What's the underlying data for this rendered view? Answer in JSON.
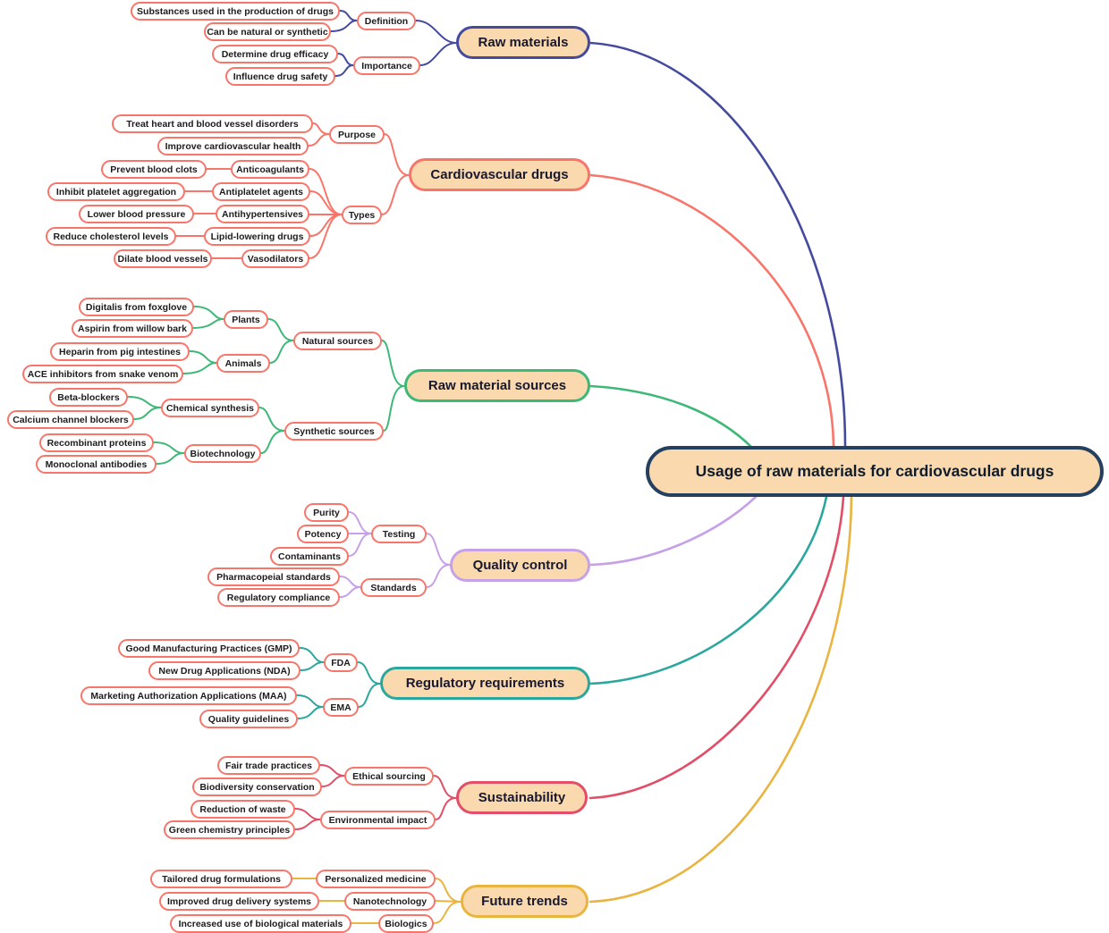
{
  "central": {
    "label": "Usage of raw materials for cardiovascular drugs"
  },
  "colors": {
    "background": "#ffffff",
    "node_fill": "#f9d9ad",
    "leaf_border": "#f8756a",
    "central_border": "#24405e",
    "raw_materials": "#444a9d",
    "cardiovascular_drugs": "#f8756a",
    "raw_material_sources": "#3eb877",
    "quality_control": "#c7a1e7",
    "regulatory_requirements": "#2ba79e",
    "sustainability": "#e24d68",
    "future_trends": "#e9b440"
  },
  "branches": [
    {
      "label": "Raw materials",
      "children": [
        {
          "label": "Definition",
          "children": [
            {
              "label": "Substances used in the production of drugs"
            },
            {
              "label": "Can be natural or synthetic"
            }
          ]
        },
        {
          "label": "Importance",
          "children": [
            {
              "label": "Determine drug efficacy"
            },
            {
              "label": "Influence drug safety"
            }
          ]
        }
      ]
    },
    {
      "label": "Cardiovascular drugs",
      "children": [
        {
          "label": "Purpose",
          "children": [
            {
              "label": "Treat heart and blood vessel disorders"
            },
            {
              "label": "Improve cardiovascular health"
            }
          ]
        },
        {
          "label": "Types",
          "children": [
            {
              "label": "Anticoagulants",
              "children": [
                {
                  "label": "Prevent blood clots"
                }
              ]
            },
            {
              "label": "Antiplatelet agents",
              "children": [
                {
                  "label": "Inhibit platelet aggregation"
                }
              ]
            },
            {
              "label": "Antihypertensives",
              "children": [
                {
                  "label": "Lower blood pressure"
                }
              ]
            },
            {
              "label": "Lipid-lowering drugs",
              "children": [
                {
                  "label": "Reduce cholesterol levels"
                }
              ]
            },
            {
              "label": "Vasodilators",
              "children": [
                {
                  "label": "Dilate blood vessels"
                }
              ]
            }
          ]
        }
      ]
    },
    {
      "label": "Raw material sources",
      "children": [
        {
          "label": "Natural sources",
          "children": [
            {
              "label": "Plants",
              "children": [
                {
                  "label": "Digitalis from foxglove"
                },
                {
                  "label": "Aspirin from willow bark"
                }
              ]
            },
            {
              "label": "Animals",
              "children": [
                {
                  "label": "Heparin from pig intestines"
                },
                {
                  "label": "ACE inhibitors from snake venom"
                }
              ]
            }
          ]
        },
        {
          "label": "Synthetic sources",
          "children": [
            {
              "label": "Chemical synthesis",
              "children": [
                {
                  "label": "Beta-blockers"
                },
                {
                  "label": "Calcium channel blockers"
                }
              ]
            },
            {
              "label": "Biotechnology",
              "children": [
                {
                  "label": "Recombinant proteins"
                },
                {
                  "label": "Monoclonal antibodies"
                }
              ]
            }
          ]
        }
      ]
    },
    {
      "label": "Quality control",
      "children": [
        {
          "label": "Testing",
          "children": [
            {
              "label": "Purity"
            },
            {
              "label": "Potency"
            },
            {
              "label": "Contaminants"
            }
          ]
        },
        {
          "label": "Standards",
          "children": [
            {
              "label": "Pharmacopeial standards"
            },
            {
              "label": "Regulatory compliance"
            }
          ]
        }
      ]
    },
    {
      "label": "Regulatory requirements",
      "children": [
        {
          "label": "FDA",
          "children": [
            {
              "label": "Good Manufacturing Practices (GMP)"
            },
            {
              "label": "New Drug Applications (NDA)"
            }
          ]
        },
        {
          "label": "EMA",
          "children": [
            {
              "label": "Marketing Authorization Applications (MAA)"
            },
            {
              "label": "Quality guidelines"
            }
          ]
        }
      ]
    },
    {
      "label": "Sustainability",
      "children": [
        {
          "label": "Ethical sourcing",
          "children": [
            {
              "label": "Fair trade practices"
            },
            {
              "label": "Biodiversity conservation"
            }
          ]
        },
        {
          "label": "Environmental impact",
          "children": [
            {
              "label": "Reduction of waste"
            },
            {
              "label": "Green chemistry principles"
            }
          ]
        }
      ]
    },
    {
      "label": "Future trends",
      "children": [
        {
          "label": "Personalized medicine",
          "children": [
            {
              "label": "Tailored drug formulations"
            }
          ]
        },
        {
          "label": "Nanotechnology",
          "children": [
            {
              "label": "Improved drug delivery systems"
            }
          ]
        },
        {
          "label": "Biologics",
          "children": [
            {
              "label": "Increased use of biological materials"
            }
          ]
        }
      ]
    }
  ]
}
